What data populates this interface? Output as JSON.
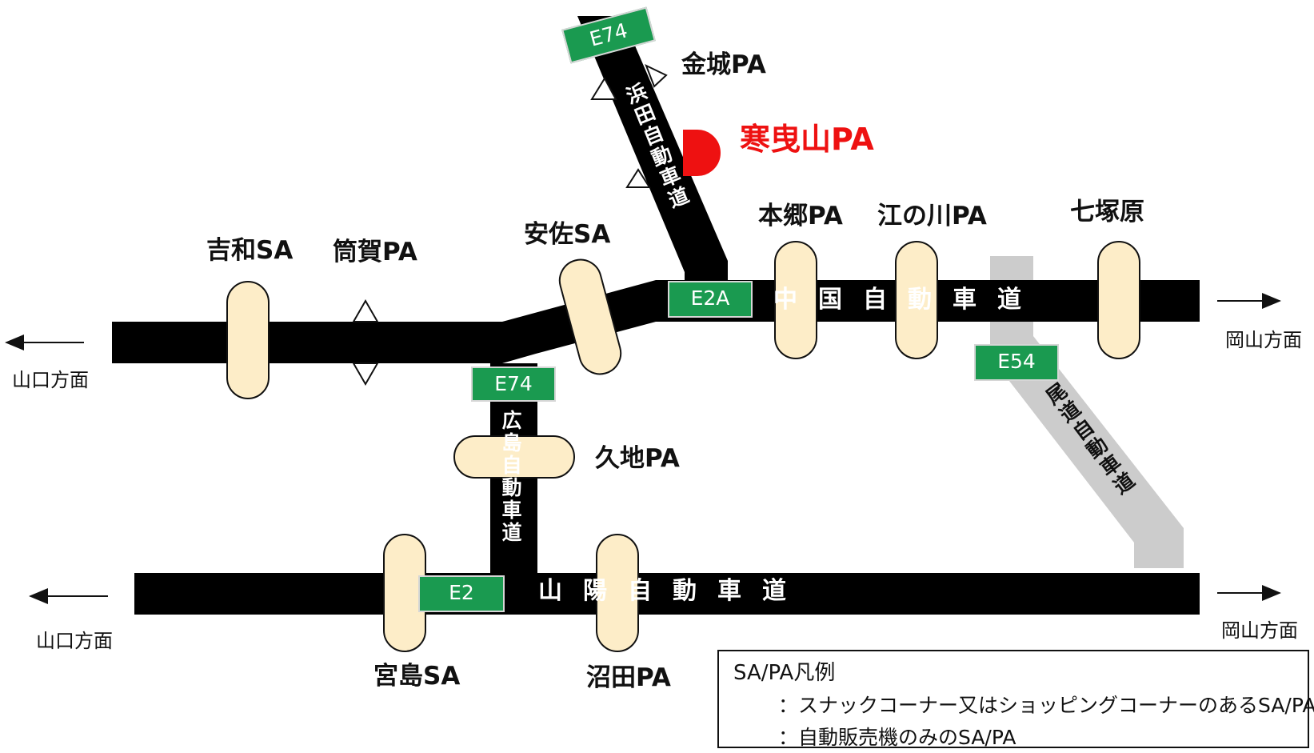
{
  "roads": {
    "chugoku": "中国自動車道",
    "sanyo": "山陽自動車道",
    "hamada": "浜田自動車道",
    "hiroshima": "広島自動車道",
    "onomichi": "尾道自動車道"
  },
  "shields": {
    "e74_top": "E74",
    "e74_mid": "E74",
    "e2a": "E2A",
    "e54": "E54",
    "e2": "E2"
  },
  "areas": {
    "kinjo": "金城PA",
    "kanso": "寒曳山PA",
    "yoshiwa": "吉和SA",
    "tsutsuga": "筒賀PA",
    "asa": "安佐SA",
    "hongo": "本郷PA",
    "gonokawa": "江の川PA",
    "shichizuka": "七塚原",
    "kuji": "久地PA",
    "miyajima": "宮島SA",
    "numata": "沼田PA"
  },
  "directions": {
    "yamaguchi_upper": "山口方面",
    "okayama_upper": "岡山方面",
    "yamaguchi_lower": "山口方面",
    "okayama_lower": "岡山方面"
  },
  "legend": {
    "title": "SA/PA凡例",
    "snack": "：スナックコーナー又はショッピングコーナーのあるSA/PA",
    "vending": "：自動販売機のみのSA/PA"
  },
  "colors": {
    "road": "#000000",
    "road_secondary": "#cccccc",
    "shield": "#1a9a50",
    "facility_fill": "#fdedc8",
    "highlight": "#ee1111"
  }
}
